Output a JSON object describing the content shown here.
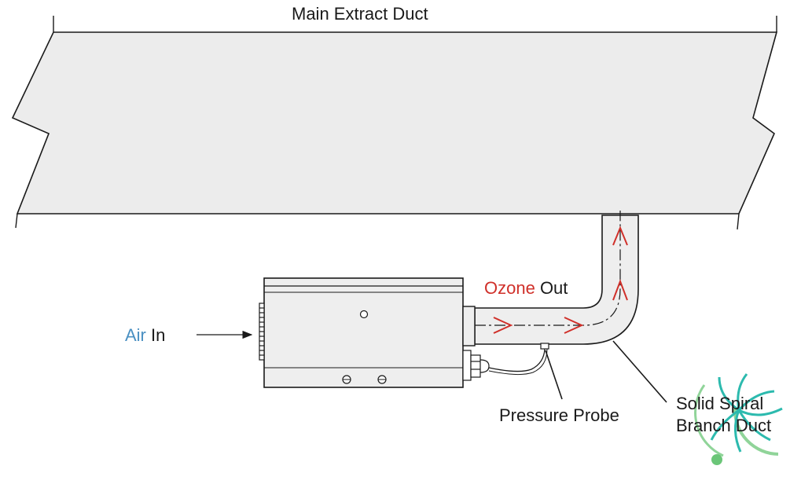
{
  "diagram": {
    "main_duct_label": "Main Extract Duct",
    "air_in": {
      "accent": "Air",
      "rest": " In"
    },
    "ozone_out": {
      "accent": "Ozone",
      "rest": " Out"
    },
    "pressure_probe_label": "Pressure Probe",
    "branch_duct_label_line1": "Solid Spiral",
    "branch_duct_label_line2": "Branch Duct"
  },
  "colors": {
    "line": "#1a1a1a",
    "duct_fill": "#ececec",
    "unit_fill": "#eeeeee",
    "flow_arrow": "#d0302a",
    "air_accent": "#4a90c2",
    "ozone_accent": "#d0302a",
    "logo_teal": "#16b3a6",
    "logo_green": "#5cc06a"
  },
  "logo": {
    "icon": "spiral-swirl-logo"
  }
}
